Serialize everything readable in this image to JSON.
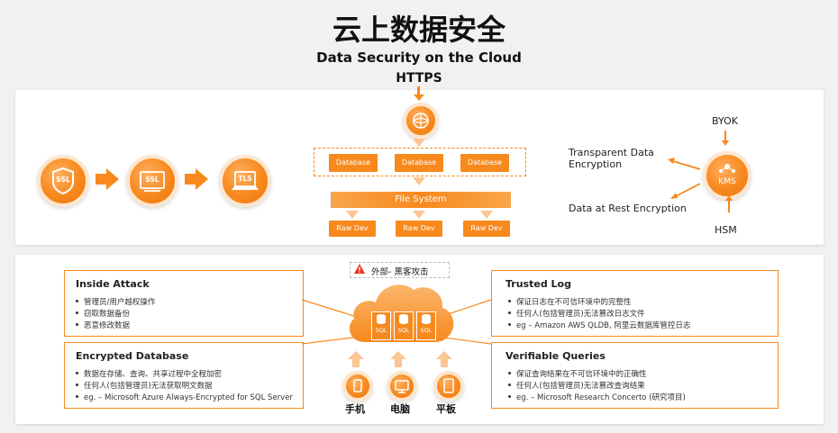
{
  "header": {
    "title_cn": "云上数据安全",
    "title_en": "Data Security on the Cloud",
    "https_label": "HTTPS"
  },
  "pipeline": {
    "icons": [
      "SSL",
      "SSL",
      "TLS"
    ]
  },
  "storage": {
    "databases": [
      "Database",
      "Database",
      "Database"
    ],
    "file_system": "File System",
    "raw_devs": [
      "Raw Dev",
      "Raw Dev",
      "Raw Dev"
    ]
  },
  "kms": {
    "center": "KMS",
    "byok": "BYOK",
    "hsm": "HSM",
    "transparent": "Transparent Data\nEncryption",
    "at_rest": "Data at Rest Encryption"
  },
  "threat": {
    "label": "外部- 黑客攻击"
  },
  "cloud": {
    "sql_labels": [
      "SQL",
      "SQL",
      "SQL"
    ]
  },
  "devices": [
    {
      "label": "手机",
      "icon": "phone-icon"
    },
    {
      "label": "电脑",
      "icon": "monitor-icon"
    },
    {
      "label": "平板",
      "icon": "tablet-icon"
    }
  ],
  "boxes": {
    "inside_attack": {
      "title": "Inside Attack",
      "items": [
        "管理员/用户越权操作",
        "窃取数据备份",
        "恶意修改数据"
      ]
    },
    "encrypted_db": {
      "title": "Encrypted Database",
      "items": [
        "数据在存储、查询、共享过程中全程加密",
        "任何人(包括管理员)无法获取明文数据",
        "eg. – Microsoft Azure Always-Encrypted for SQL Server"
      ]
    },
    "trusted_log": {
      "title": "Trusted Log",
      "items": [
        "保证日志在不可信环境中的完整性",
        "任何人(包括管理员)无法篡改日志文件",
        "eg – Amazon AWS QLDB, 阿里云数据库管控日志"
      ]
    },
    "verifiable_queries": {
      "title": "Verifiable Queries",
      "items": [
        "保证查询结果在不可信环境中的正确性",
        "任何人(包括管理员)无法篡改查询结果",
        "eg. – Microsoft Research Concerto (研究项目)"
      ]
    }
  },
  "colors": {
    "accent": "#f7891d",
    "background": "#f1f1f1"
  }
}
